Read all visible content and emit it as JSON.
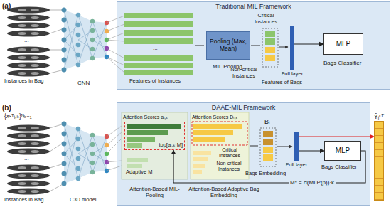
{
  "diagram": {
    "nodes": [
      {
        "text": [
          "Traditional MIL Framework"
        ]
      },
      {
        "text": [
          "Pooling (Max, Mean)"
        ],
        "in": 0
      },
      {
        "text": [
          "Full layer"
        ],
        "in": 0
      },
      {
        "text": [
          "MLP"
        ],
        "in": 0
      },
      {
        "text": [
          "DAAE-MIL Framework"
        ]
      },
      {
        "text": [
          "top[aᵢ,ₖ M]"
        ],
        "in": 4
      },
      {
        "text": [
          "Full layer"
        ],
        "in": 4
      },
      {
        "text": [
          "MLP"
        ],
        "in": 4
      },
      {
        "text": [
          "Ŷᵢᶜᵀ"
        ]
      }
    ],
    "edges": [
      {
        "from": 2,
        "to": 3,
        "arrow": "to"
      },
      {
        "from": 6,
        "to": 7,
        "arrow": "to"
      },
      {
        "from": 6,
        "to": 8,
        "arrow": "to"
      },
      {
        "from": 7,
        "to": 5,
        "arrow": "to",
        "label": "M* = σ(MLP(p))·k"
      }
    ],
    "labels": [
      "(a)",
      "...",
      "Instances in Bag",
      "CNN",
      "...",
      "Features of Instances",
      "MIL Pooling",
      "Critical Instances",
      "Non-critical Instances",
      "Features of Bags",
      "Bags Classifier",
      "(b)",
      "{xᶜᵀᵢ,ₖ}ᴺₖ₌₁",
      "...",
      "Instances in Bag",
      "C3D model",
      "Attention Scores aᵢ,ₖ",
      "Adaptive M",
      "Attention-Based MIL-Pooling",
      "Attention Scores Dᵢ,ₖ",
      "Critical Instances",
      "Non-critical Instances",
      "Attention-Based Adaptive Bag Embedding",
      "Bᵢ",
      "Bags Embedding",
      "Bags Classifier"
    ]
  }
}
